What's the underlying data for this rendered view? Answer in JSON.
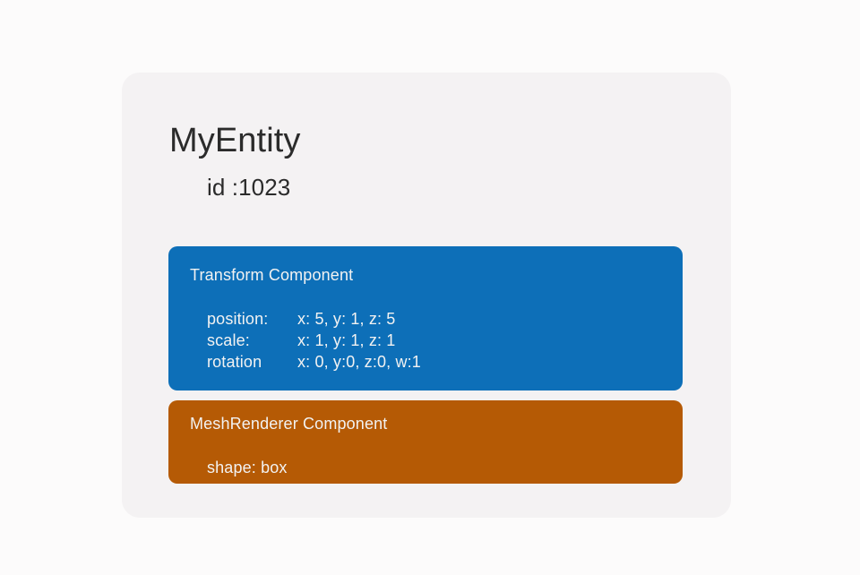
{
  "theme": {
    "page_background": "#fcfbfb",
    "card_background": "#f4f2f3",
    "transform_color": "#0d6fb8",
    "mesh_color": "#b55a05",
    "title_color": "#2b2b2b",
    "component_text_color": "#f2f2f2"
  },
  "entity": {
    "name": "MyEntity",
    "id_label": "id :1023",
    "components": [
      {
        "key": "transform",
        "title": "Transform Component",
        "color": "#0d6fb8",
        "properties": [
          {
            "key": "position:",
            "value": "x: 5, y: 1, z: 5"
          },
          {
            "key": "scale:",
            "value": "x: 1, y: 1, z: 1"
          },
          {
            "key": "rotation",
            "value": "x: 0, y:0, z:0, w:1"
          }
        ]
      },
      {
        "key": "mesh",
        "title": "MeshRenderer Component",
        "color": "#b55a05",
        "properties": [
          {
            "key": "shape: box",
            "value": ""
          }
        ]
      }
    ]
  }
}
